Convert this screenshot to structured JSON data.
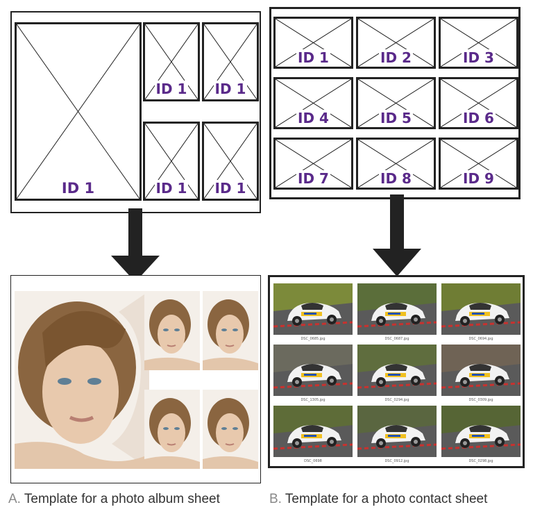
{
  "album_template": {
    "label_large": "ID 1",
    "label_small": [
      "ID 1",
      "ID 1",
      "ID 1",
      "ID 1"
    ]
  },
  "contact_template": {
    "labels": [
      "ID 1",
      "ID 2",
      "ID 3",
      "ID 4",
      "ID 5",
      "ID 6",
      "ID 7",
      "ID 8",
      "ID 9"
    ]
  },
  "contact_sheet": {
    "filenames": [
      "DSC_0685.jpg",
      "DSC_0687.jpg",
      "DSC_0694.jpg",
      "DSC_1305.jpg",
      "DSC_0294.jpg",
      "DSC_0309.jpg",
      "DSC_0698",
      "DSC_0912.jpg",
      "DSC_0298.jpg"
    ]
  },
  "captions": {
    "a_letter": "A.",
    "a_text": "Template for a photo album sheet",
    "b_letter": "B.",
    "b_text": "Template for a photo contact sheet"
  },
  "colors": {
    "label": "#5a2a8a",
    "stroke": "#222222",
    "caption_letter": "#888888"
  }
}
